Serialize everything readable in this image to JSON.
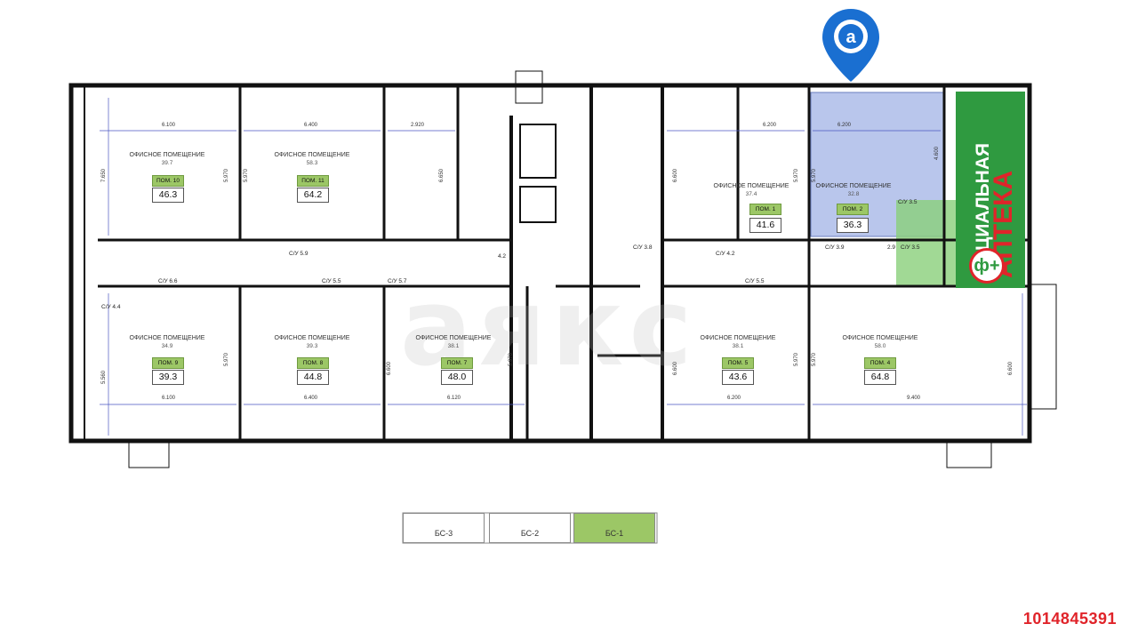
{
  "rooms": [
    {
      "id": "10",
      "label": "ОФИСНОЕ ПОМЕЩЕНИЕ",
      "small_area": "39.7",
      "badge": "ПОМ. 10",
      "area": "46.3"
    },
    {
      "id": "11",
      "label": "ОФИСНОЕ ПОМЕЩЕНИЕ",
      "small_area": "58.3",
      "badge": "ПОМ. 11",
      "area": "64.2"
    },
    {
      "id": "1",
      "label": "ОФИСНОЕ ПОМЕЩЕНИЕ",
      "small_area": "37.4",
      "badge": "ПОМ. 1",
      "area": "41.6"
    },
    {
      "id": "2",
      "label": "ОФИСНОЕ ПОМЕЩЕНИЕ",
      "small_area": "32.8",
      "badge": "ПОМ. 2",
      "area": "36.3"
    },
    {
      "id": "9",
      "label": "ОФИСНОЕ ПОМЕЩЕНИЕ",
      "small_area": "34.9",
      "badge": "ПОМ. 9",
      "area": "39.3"
    },
    {
      "id": "8",
      "label": "ОФИСНОЕ ПОМЕЩЕНИЕ",
      "small_area": "39.3",
      "badge": "ПОМ. 8",
      "area": "44.8"
    },
    {
      "id": "7",
      "label": "ОФИСНОЕ ПОМЕЩЕНИЕ",
      "small_area": "38.1",
      "badge": "ПОМ. 7",
      "area": "48.0"
    },
    {
      "id": "5",
      "label": "ОФИСНОЕ ПОМЕЩЕНИЕ",
      "small_area": "38.1",
      "badge": "ПОМ. 5",
      "area": "43.6"
    },
    {
      "id": "4",
      "label": "ОФИСНОЕ ПОМЕЩЕНИЕ",
      "small_area": "58.0",
      "badge": "ПОМ. 4",
      "area": "64.8"
    }
  ],
  "dimensions": {
    "top": [
      "6.100",
      "6.400",
      "2.920",
      "6.200",
      "6.200"
    ],
    "bottom": [
      "6.100",
      "6.400",
      "6.120",
      "6.200",
      "9.400"
    ],
    "vertical": [
      "7.650",
      "5.970",
      "5.970",
      "6.650",
      "6.600",
      "5.970",
      "5.970",
      "4.600",
      "5.560",
      "5.970",
      "6.600",
      "5.970",
      "6.600",
      "5.970",
      "5.970",
      "6.600"
    ]
  },
  "wc": [
    "С/У 6.6",
    "С/У 5.9",
    "С/У 5.5",
    "С/У 5.7",
    "С/У 4.4",
    "С/У 3.8",
    "С/У 4.2",
    "С/У 5.5",
    "С/У 3.5",
    "С/У 3.9",
    "С/У 3.5",
    "4.2",
    "2.9"
  ],
  "pharmacy": {
    "line1": "СОЦИАЛЬНАЯ",
    "line2": "АПТЕКА",
    "logo": "ф+"
  },
  "sections": [
    "БС-3",
    "БС-2",
    "БС-1"
  ],
  "active_section": "БС-1",
  "watermark": "аякс",
  "listing_id": "1014845391",
  "colors": {
    "badge": "#9cc766",
    "highlight": "#b9c6ec",
    "pharmacy_green": "#2f9a40",
    "brand_blue": "#1a6fd1",
    "id_red": "#e0242a"
  },
  "icons": [
    "location-pin-icon"
  ]
}
